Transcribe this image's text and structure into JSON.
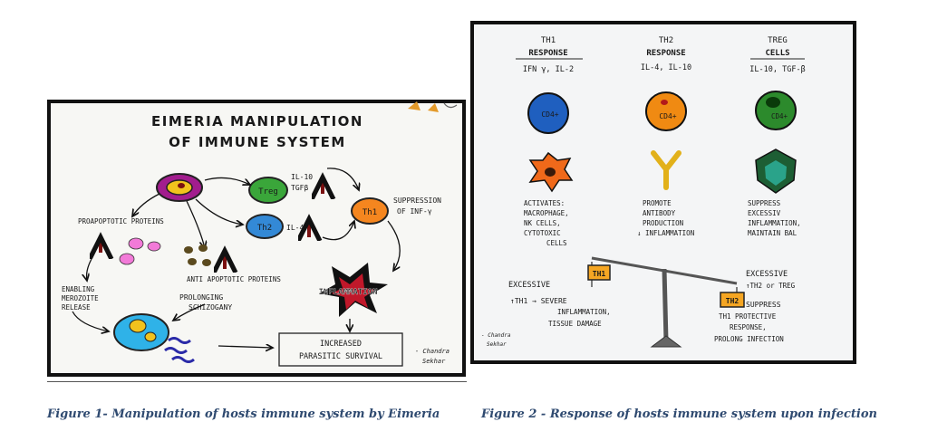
{
  "figure1": {
    "title_line1": "EIMERIA MANIPULATION",
    "title_line2": "OF IMMUNE SYSTEM",
    "treg_label": "Treg",
    "th2_label": "Th2",
    "th1_label": "Th1",
    "il10_tgfb": [
      "IL-10",
      "TGFβ"
    ],
    "il4": "IL-4",
    "suppression_text": [
      "SUPPRESSION",
      "OF INF-γ"
    ],
    "proapoptotic": "PROAPOPTOTIC PROTEINS",
    "antiapoptotic": "ANTI APOPTOTIC PROTEINS",
    "enabling": [
      "ENABLING",
      "MEROZOITE",
      "RELEASE"
    ],
    "prolonging": [
      "PROLONGING",
      "SCHIZOGANY"
    ],
    "inflammation": "INFLAMMATION",
    "increased": [
      "INCREASED",
      "PARASITIC SURVIVAL"
    ],
    "signature": [
      "- Chandra",
      "Sekhar"
    ],
    "caption": "Figure 1- Manipulation of hosts immune system by Eimeria"
  },
  "figure2": {
    "col1_head": [
      "TH1",
      "RESPONSE",
      "IFN γ, IL-2"
    ],
    "col2_head": [
      "TH2",
      "RESPONSE",
      "IL-4, IL-10"
    ],
    "col3_head": [
      "TREG",
      "CELLS",
      "IL-10, TGF-β"
    ],
    "cd4_label": "CD4+",
    "col1_text": [
      "ACTIVATES:",
      "MACROPHAGE,",
      "NK CELLS,",
      "CYTOTOXIC",
      "CELLS"
    ],
    "col2_text": [
      "PROMOTE",
      "ANTIBODY",
      "PRODUCTION",
      "↓ INFLAMMATION"
    ],
    "col3_text": [
      "SUPPRESS",
      "EXCESSIV",
      "INFLAMMATION,",
      "MAINTAIN BAL"
    ],
    "th1_box": "TH1",
    "th2_box": "TH2",
    "left_text": [
      "EXCESSIVE",
      "↑TH1 → SEVERE",
      "INFLAMMATION,",
      "TISSUE DAMAGE"
    ],
    "right_text": [
      "EXCESSIVE",
      "↑TH2 or TREG",
      "SUPPRESS",
      "TH1 PROTECTIVE",
      "RESPONSE,",
      "PROLONG INFECTION"
    ],
    "signature": [
      "- Chandra",
      "Sekhar"
    ],
    "caption": "Figure 2 - Response of hosts immune system upon infection"
  },
  "colors": {
    "cd4_blue": "#1f5fbf",
    "cd4_orange": "#f08a12",
    "cd4_green": "#2c8a2c",
    "pink": "#f27ad8",
    "th1_orange": "#f5861f",
    "dark_red": "#7a1010",
    "caption_blue": "#2f4a70"
  }
}
